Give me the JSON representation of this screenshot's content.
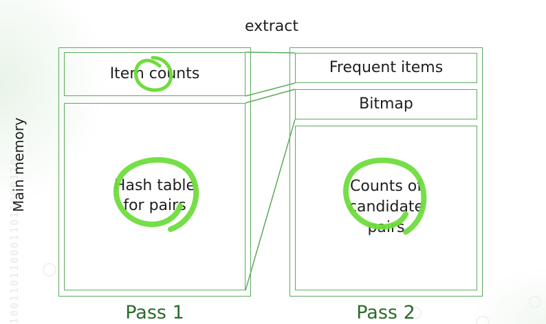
{
  "top_label": "extract",
  "side_label": "Main memory",
  "pass1": {
    "title": "Pass 1",
    "item_counts": "Item counts",
    "hash_table_line1": "Hash table",
    "hash_table_line2": "for pairs"
  },
  "pass2": {
    "title": "Pass 2",
    "frequent_items": "Frequent items",
    "bitmap": "Bitmap",
    "counts_line1": "Counts of",
    "counts_line2": "candidate",
    "counts_line3": "pairs"
  },
  "colors": {
    "border": "#5aa95a",
    "highlight": "#6fdc3c",
    "pass_title": "#2a6b2a"
  }
}
